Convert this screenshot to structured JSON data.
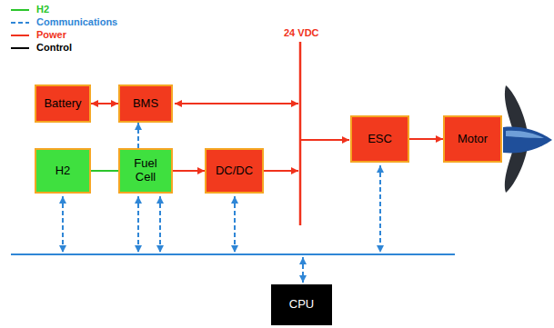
{
  "diagram": {
    "nodes": [
      {
        "text": [
          "Battery"
        ]
      },
      {
        "text": [
          "BMS"
        ]
      },
      {
        "text": [
          "H2"
        ]
      },
      {
        "text": [
          "Fuel Cell"
        ]
      },
      {
        "text": [
          "DC/DC"
        ]
      },
      {
        "text": [
          "ESC"
        ]
      },
      {
        "text": [
          "Motor"
        ]
      },
      {
        "text": [
          "CPU"
        ]
      }
    ],
    "edges": [
      {
        "from": 0,
        "to": 1,
        "arrow": "both"
      },
      {
        "from": 2,
        "to": 3,
        "arrow": "none"
      },
      {
        "from": 3,
        "to": 1,
        "arrow": "to"
      },
      {
        "from": 3,
        "to": 4,
        "arrow": "to"
      },
      {
        "from": 5,
        "to": 6,
        "arrow": "to"
      }
    ],
    "labels": [
      "24 VDC"
    ],
    "legend": [
      {
        "text": "H2"
      },
      {
        "text": "Communications"
      },
      {
        "text": "Power"
      },
      {
        "text": "Control"
      }
    ]
  }
}
